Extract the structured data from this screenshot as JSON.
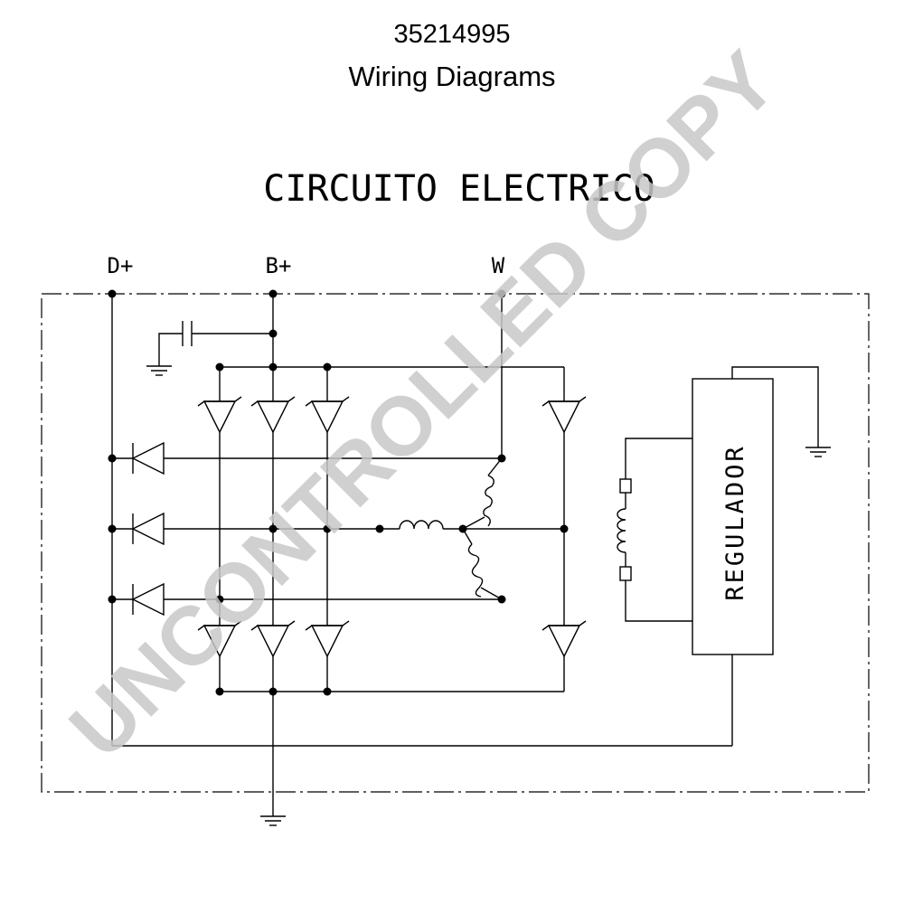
{
  "header": {
    "part_number": "35214995",
    "subtitle": "Wiring Diagrams"
  },
  "schematic": {
    "title": "CIRCUITO ELECTRICO",
    "terminals": {
      "d_plus": "D+",
      "b_plus": "B+",
      "w": "W"
    },
    "regulator_label": "REGULADOR"
  },
  "watermark": "UNCONTROLLED COPY"
}
